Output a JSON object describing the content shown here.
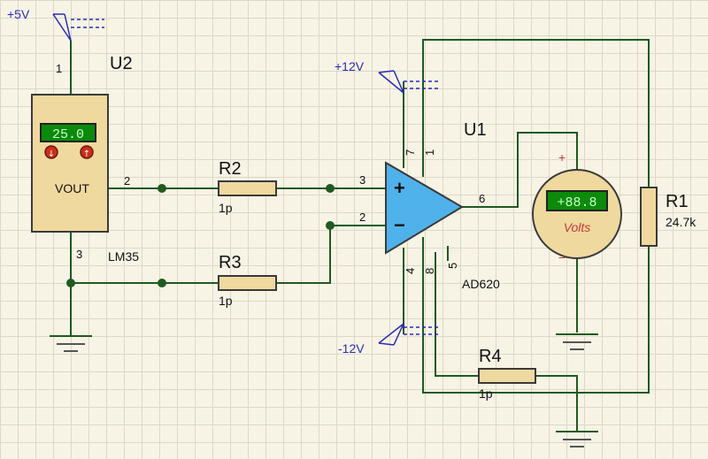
{
  "rails": {
    "plus5": "+5V",
    "plus12": "+12V",
    "minus12": "-12V"
  },
  "u2": {
    "ref": "U2",
    "part": "LM35",
    "display": "25.0",
    "btn_down": "↓",
    "btn_up": "↑",
    "vout": "VOUT",
    "pin1": "1",
    "pin2": "2",
    "pin3": "3"
  },
  "u1": {
    "ref": "U1",
    "part": "AD620",
    "plus_sign": "+",
    "minus_sign": "−",
    "pin2": "2",
    "pin3": "3",
    "pin4": "4",
    "pin5": "5",
    "pin6": "6",
    "pin7": "7",
    "pin8": "8",
    "pin1": "1"
  },
  "r2": {
    "ref": "R2",
    "value": "1p"
  },
  "r3": {
    "ref": "R3",
    "value": "1p"
  },
  "r4": {
    "ref": "R4",
    "value": "1p"
  },
  "r1": {
    "ref": "R1",
    "value": "24.7k"
  },
  "voltmeter": {
    "display": "+88.8",
    "unit": "Volts",
    "plus": "+",
    "minus": "−"
  },
  "colors": {
    "wire": "#1f5a1f",
    "background": "#f7f4e6",
    "component_fill": "#efd99e",
    "opamp_fill": "#50b2ea",
    "lcd": "#0b8a0b",
    "rail_label": "#2a2ab8"
  }
}
